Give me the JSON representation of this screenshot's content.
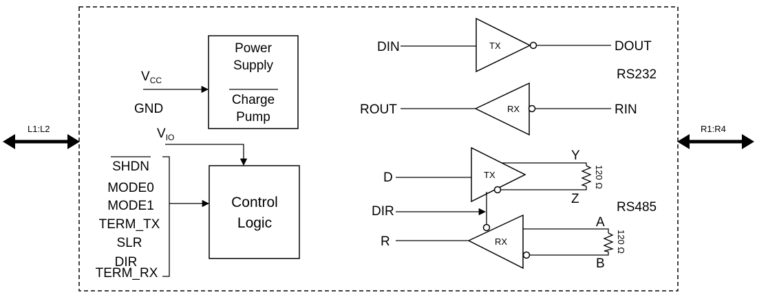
{
  "left_port": "L1:L2",
  "right_port": "R1:R4",
  "power": {
    "vcc": "V",
    "vcc_sub": "CC",
    "gnd": "GND",
    "line1": "Power",
    "line2": "Supply",
    "line3": "Charge",
    "line4": "Pump"
  },
  "control": {
    "vio": "V",
    "vio_sub": "IO",
    "line1": "Control",
    "line2": "Logic",
    "inputs": [
      "SHDN",
      "MODE0",
      "MODE1",
      "TERM_TX",
      "SLR",
      "DIR",
      "TERM_RX"
    ]
  },
  "rs232": {
    "label": "RS232",
    "din": "DIN",
    "dout": "DOUT",
    "tx": "TX",
    "rout": "ROUT",
    "rin": "RIN",
    "rx": "RX"
  },
  "rs485": {
    "label": "RS485",
    "d": "D",
    "tx": "TX",
    "y": "Y",
    "z": "Z",
    "term_tx": "120 Ω",
    "dir": "DIR",
    "r": "R",
    "rx": "RX",
    "a": "A",
    "b": "B",
    "term_rx": "120 Ω"
  }
}
